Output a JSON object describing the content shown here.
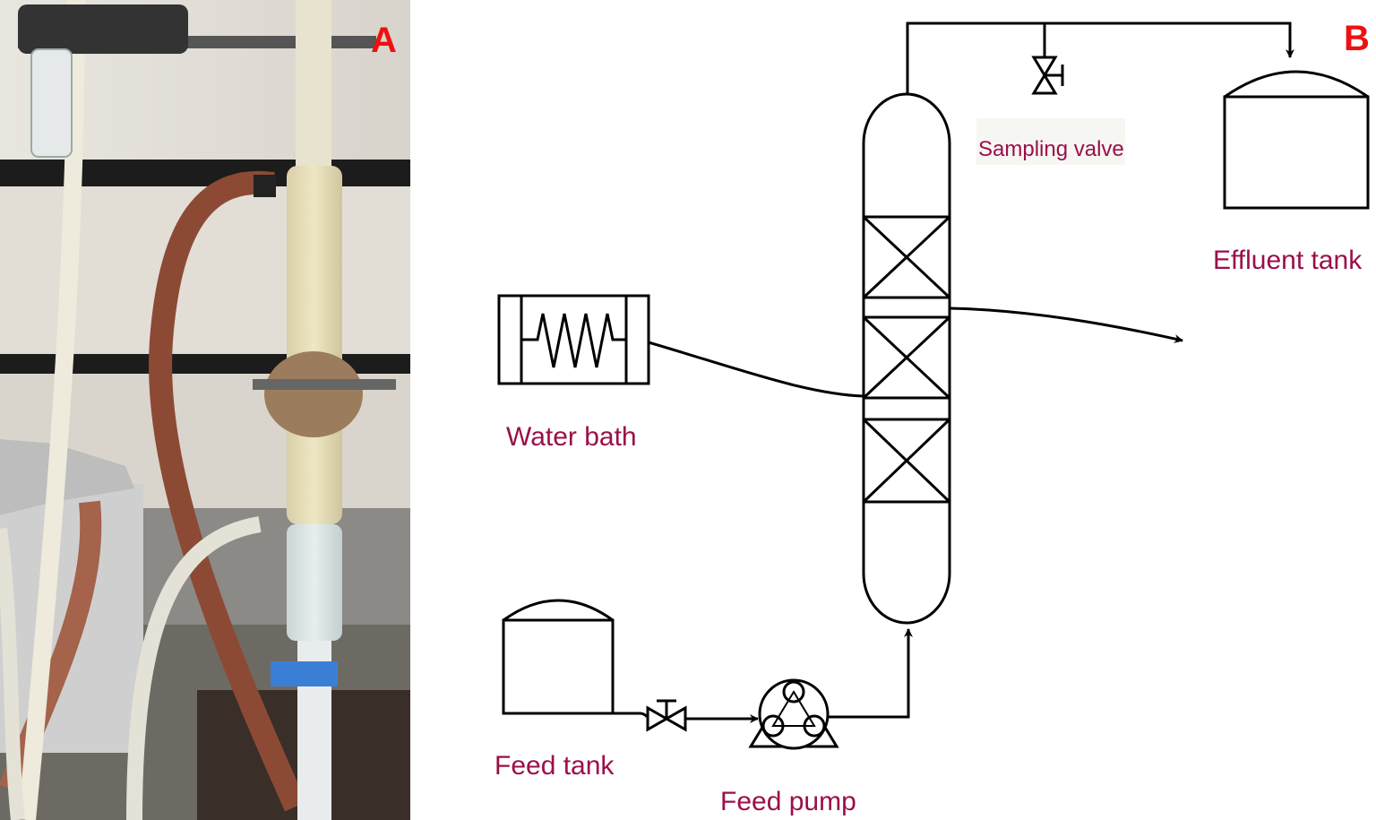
{
  "panels": {
    "a_label": "A",
    "b_label": "B"
  },
  "photo": {
    "description_icon": "packed-column-photo"
  },
  "diagram": {
    "labels": {
      "sampling_valve": "Sampling valve",
      "effluent_tank": "Effluent tank",
      "water_bath": "Water bath",
      "feed_tank": "Feed tank",
      "feed_pump": "Feed pump"
    }
  },
  "colors": {
    "label_text": "#9b0f4a",
    "panel_label": "#ee1111",
    "line": "#000000"
  }
}
